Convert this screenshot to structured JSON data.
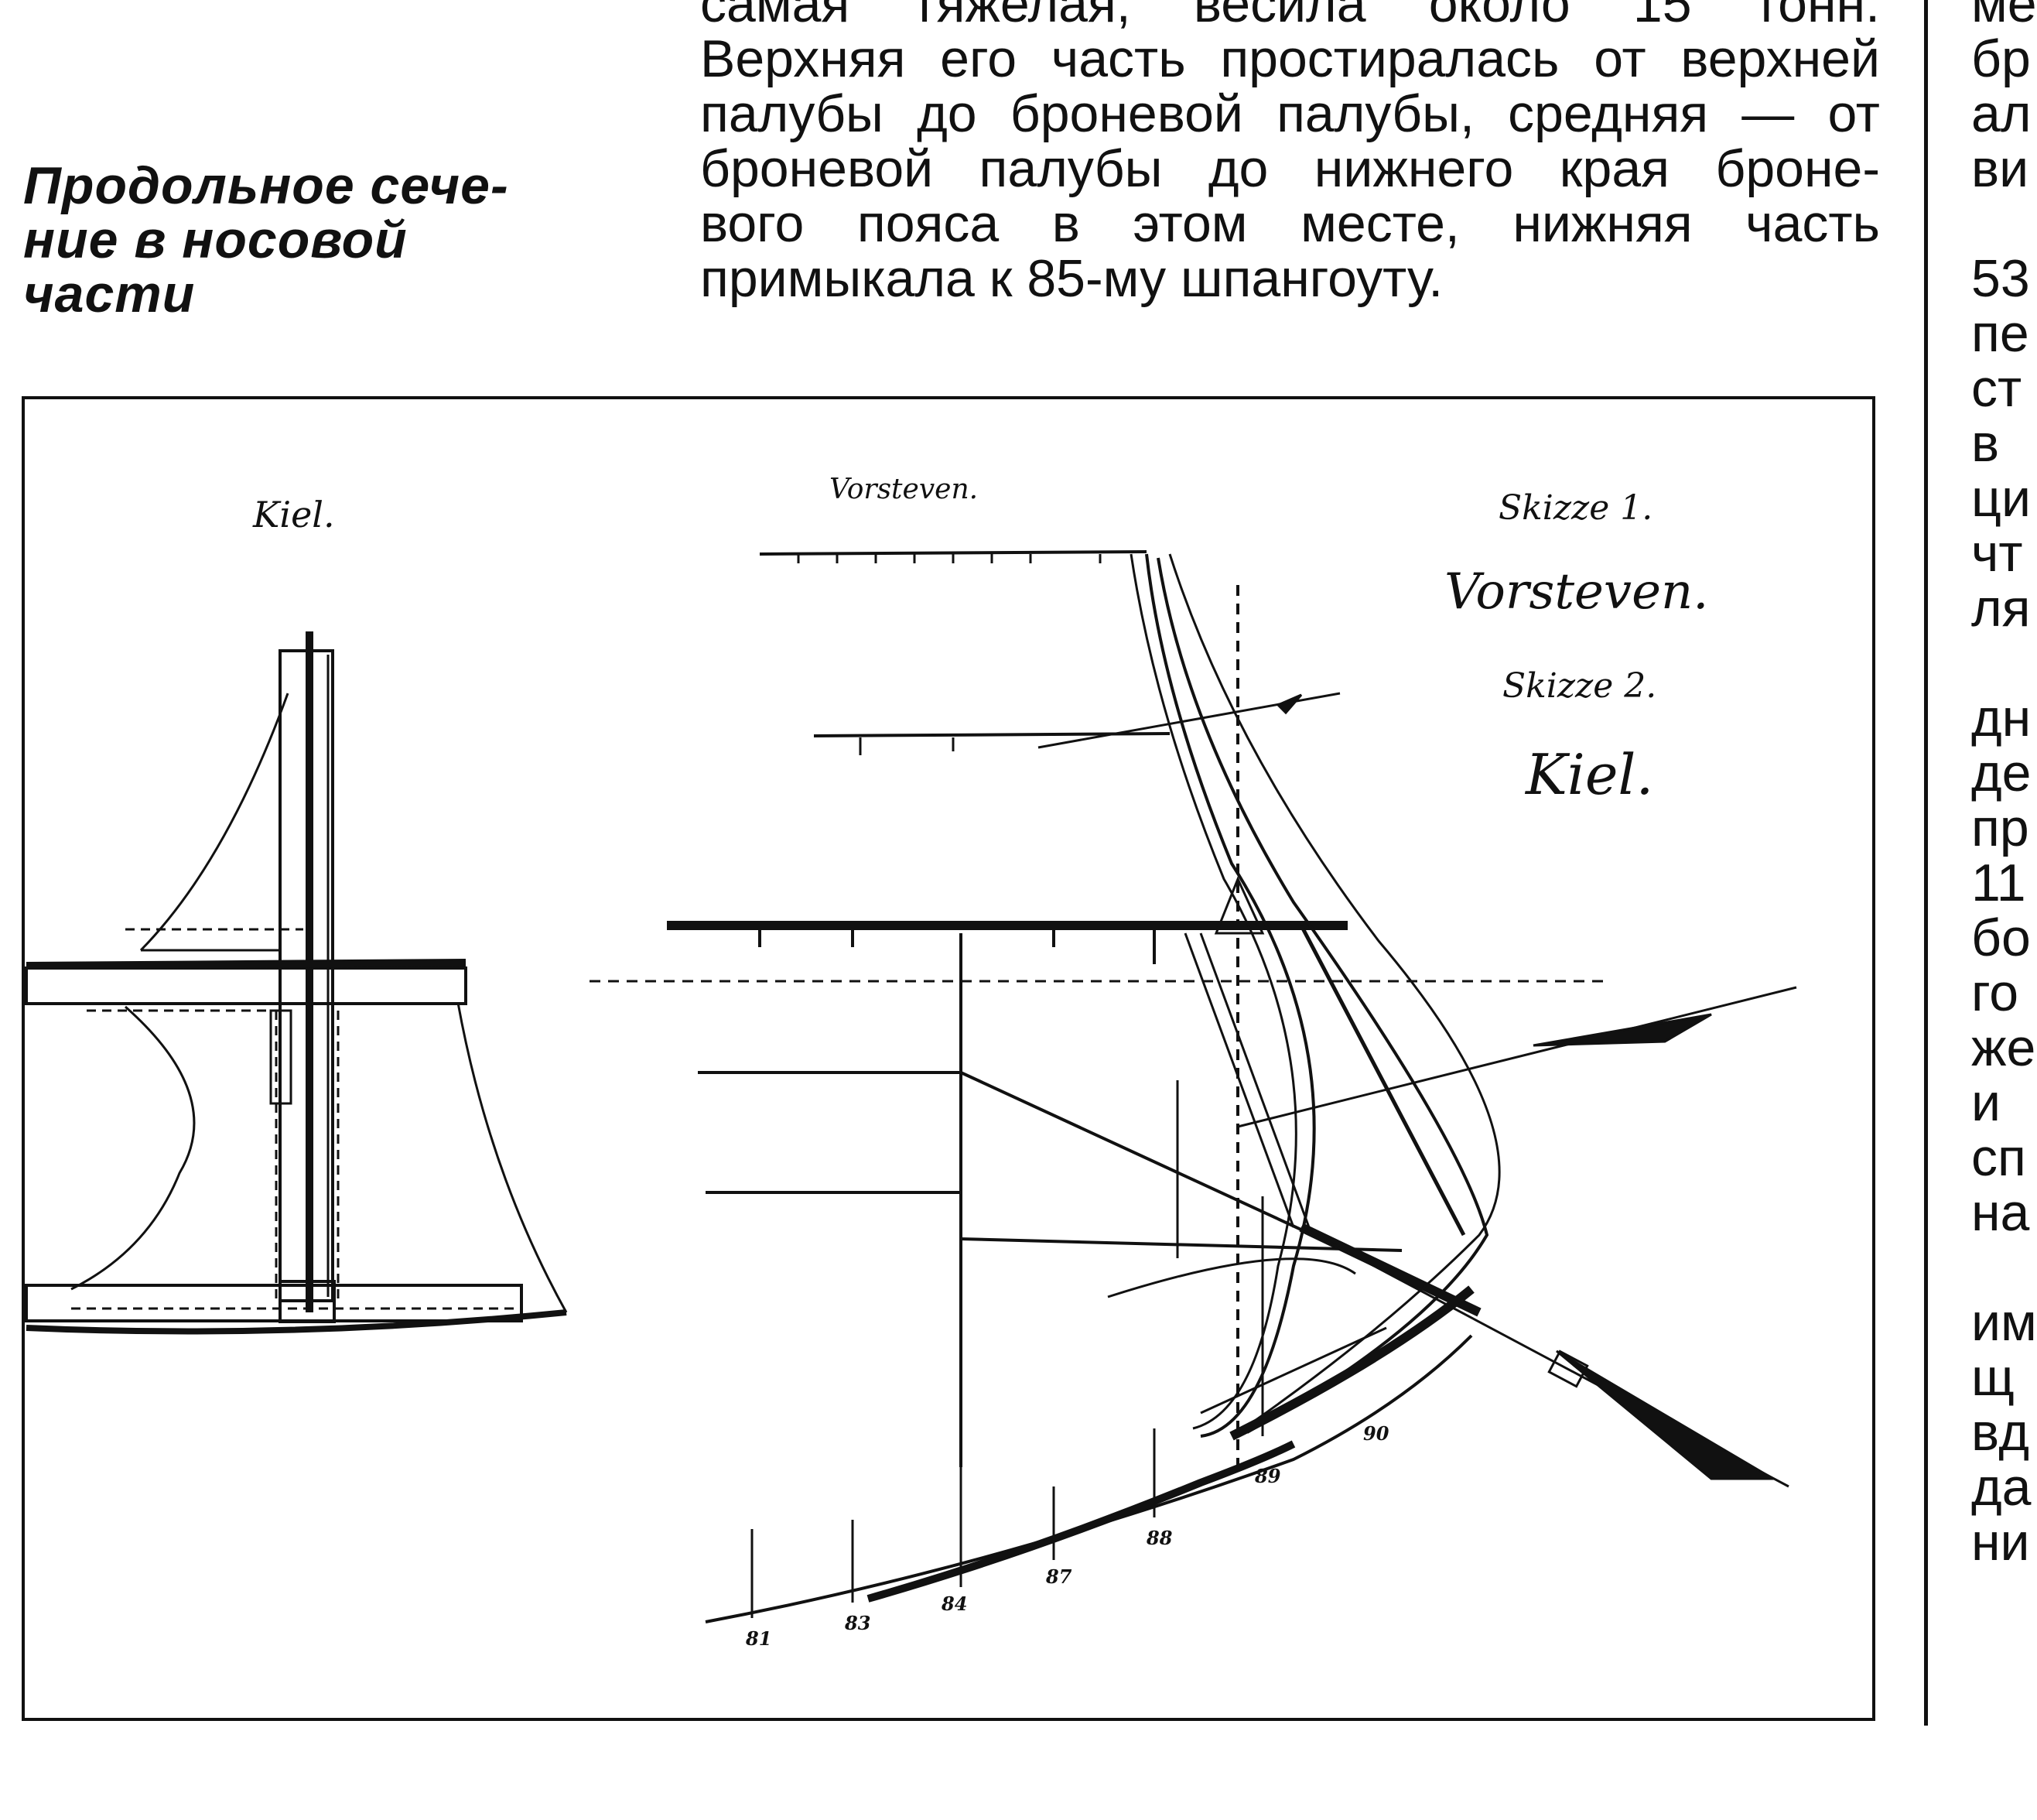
{
  "caption": {
    "lines": [
      "Продольное сече-",
      "ние в носовой",
      "части"
    ]
  },
  "body": {
    "lines": [
      [
        "самая",
        "тяжелая,",
        "весила",
        "около",
        "15",
        "тонн."
      ],
      [
        "Верхняя",
        "его",
        "часть",
        "простиралась",
        "от",
        "верхней"
      ],
      [
        "палубы",
        "до",
        "броневой",
        "палубы,",
        "средняя",
        "—",
        "от"
      ],
      [
        "броневой",
        "палубы",
        "до",
        "нижнего",
        "края",
        "броне-"
      ],
      [
        "вого",
        "пояса",
        "в",
        "этом",
        "месте,",
        "нижняя",
        "часть"
      ],
      [
        "примыкала к 85-му шпангоуту."
      ]
    ]
  },
  "right_column": {
    "lines": [
      "ме",
      "бр",
      "ал",
      "ви",
      "",
      "53",
      "пе",
      "ст",
      "в",
      "ци",
      "чт",
      "ля",
      "",
      "дн",
      "де",
      "пр",
      "11",
      "бо",
      "го",
      "же",
      "и",
      "сп",
      "на",
      "",
      "им",
      "щ",
      "вд",
      "да",
      "ни"
    ]
  },
  "figure": {
    "labels": {
      "kiel_small": "Kiel.",
      "vorsteven_small": "Vorsteven.",
      "skizze1": "Skizze 1.",
      "vorsteven_big": "Vorsteven.",
      "skizze2": "Skizze 2.",
      "kiel_big": "Kiel."
    },
    "frame_numbers": [
      "81",
      "83",
      "84",
      "87",
      "88",
      "89",
      "90"
    ]
  }
}
